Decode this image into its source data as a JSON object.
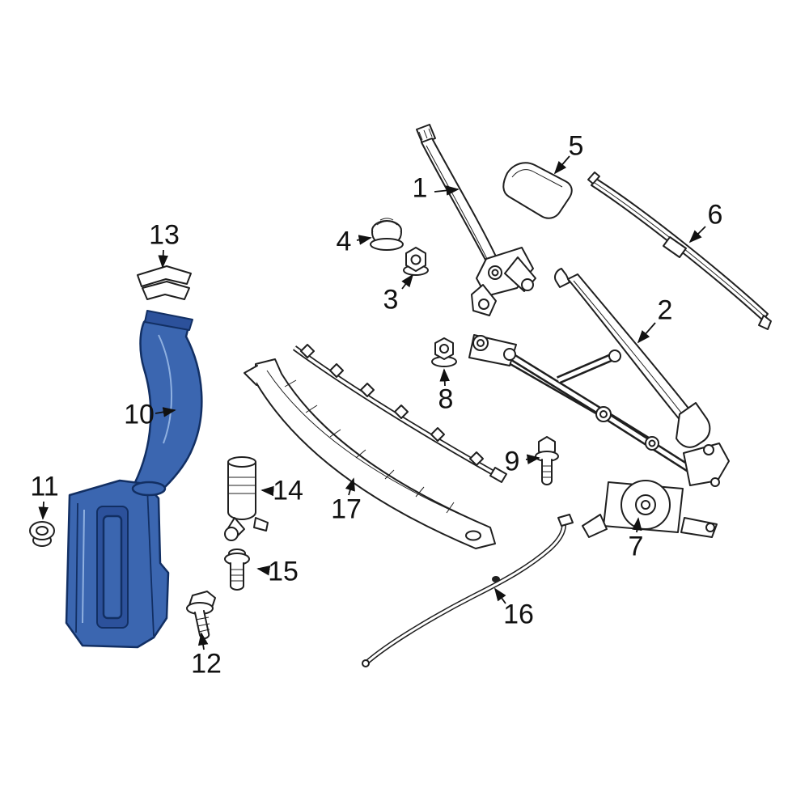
{
  "diagram": {
    "type": "exploded-parts-diagram",
    "background_color": "#ffffff",
    "line_color": "#1f1f1f",
    "highlight_color": "#3b66b0",
    "highlight_dark_color": "#2c519b",
    "highlight_light_color": "#8fb0e0",
    "highlight_outline_color": "#122f63",
    "highlighted_part_number": "10",
    "callouts": [
      {
        "number": "1"
      },
      {
        "number": "2"
      },
      {
        "number": "3"
      },
      {
        "number": "4"
      },
      {
        "number": "5"
      },
      {
        "number": "6"
      },
      {
        "number": "7"
      },
      {
        "number": "8"
      },
      {
        "number": "9"
      },
      {
        "number": "10"
      },
      {
        "number": "11"
      },
      {
        "number": "12"
      },
      {
        "number": "13"
      },
      {
        "number": "14"
      },
      {
        "number": "15"
      },
      {
        "number": "16"
      },
      {
        "number": "17"
      }
    ]
  }
}
